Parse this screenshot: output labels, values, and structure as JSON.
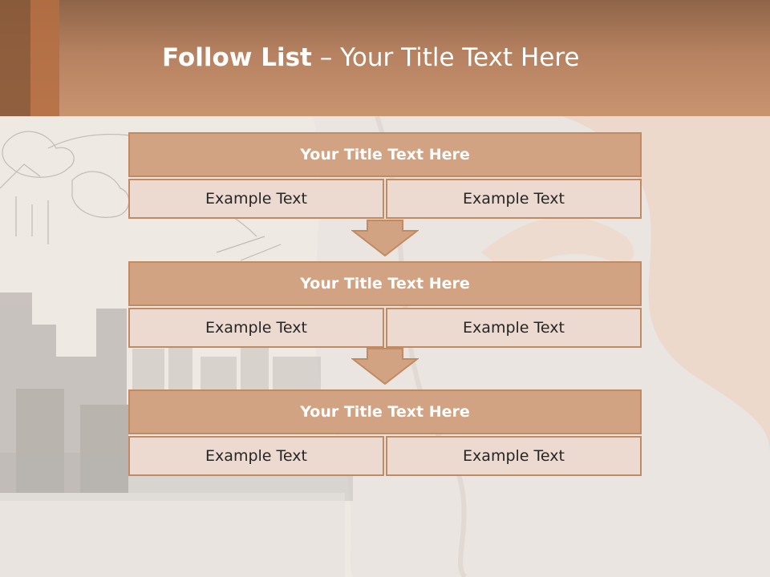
{
  "slide": {
    "title_bold": "Follow List",
    "title_rest": " – Your Title Text Here"
  },
  "blocks": [
    {
      "title": "Your Title Text Here",
      "cells": [
        "Example Text",
        "Example Text"
      ]
    },
    {
      "title": "Your Title Text Here",
      "cells": [
        "Example Text",
        "Example Text"
      ]
    },
    {
      "title": "Your Title Text Here",
      "cells": [
        "Example Text",
        "Example Text"
      ]
    }
  ],
  "colors": {
    "header": "#c99470",
    "block_title_fill": "#d2a382",
    "block_cell_fill": "#ecdad0",
    "border": "#c28a63",
    "arrow_fill": "#d2a382"
  }
}
